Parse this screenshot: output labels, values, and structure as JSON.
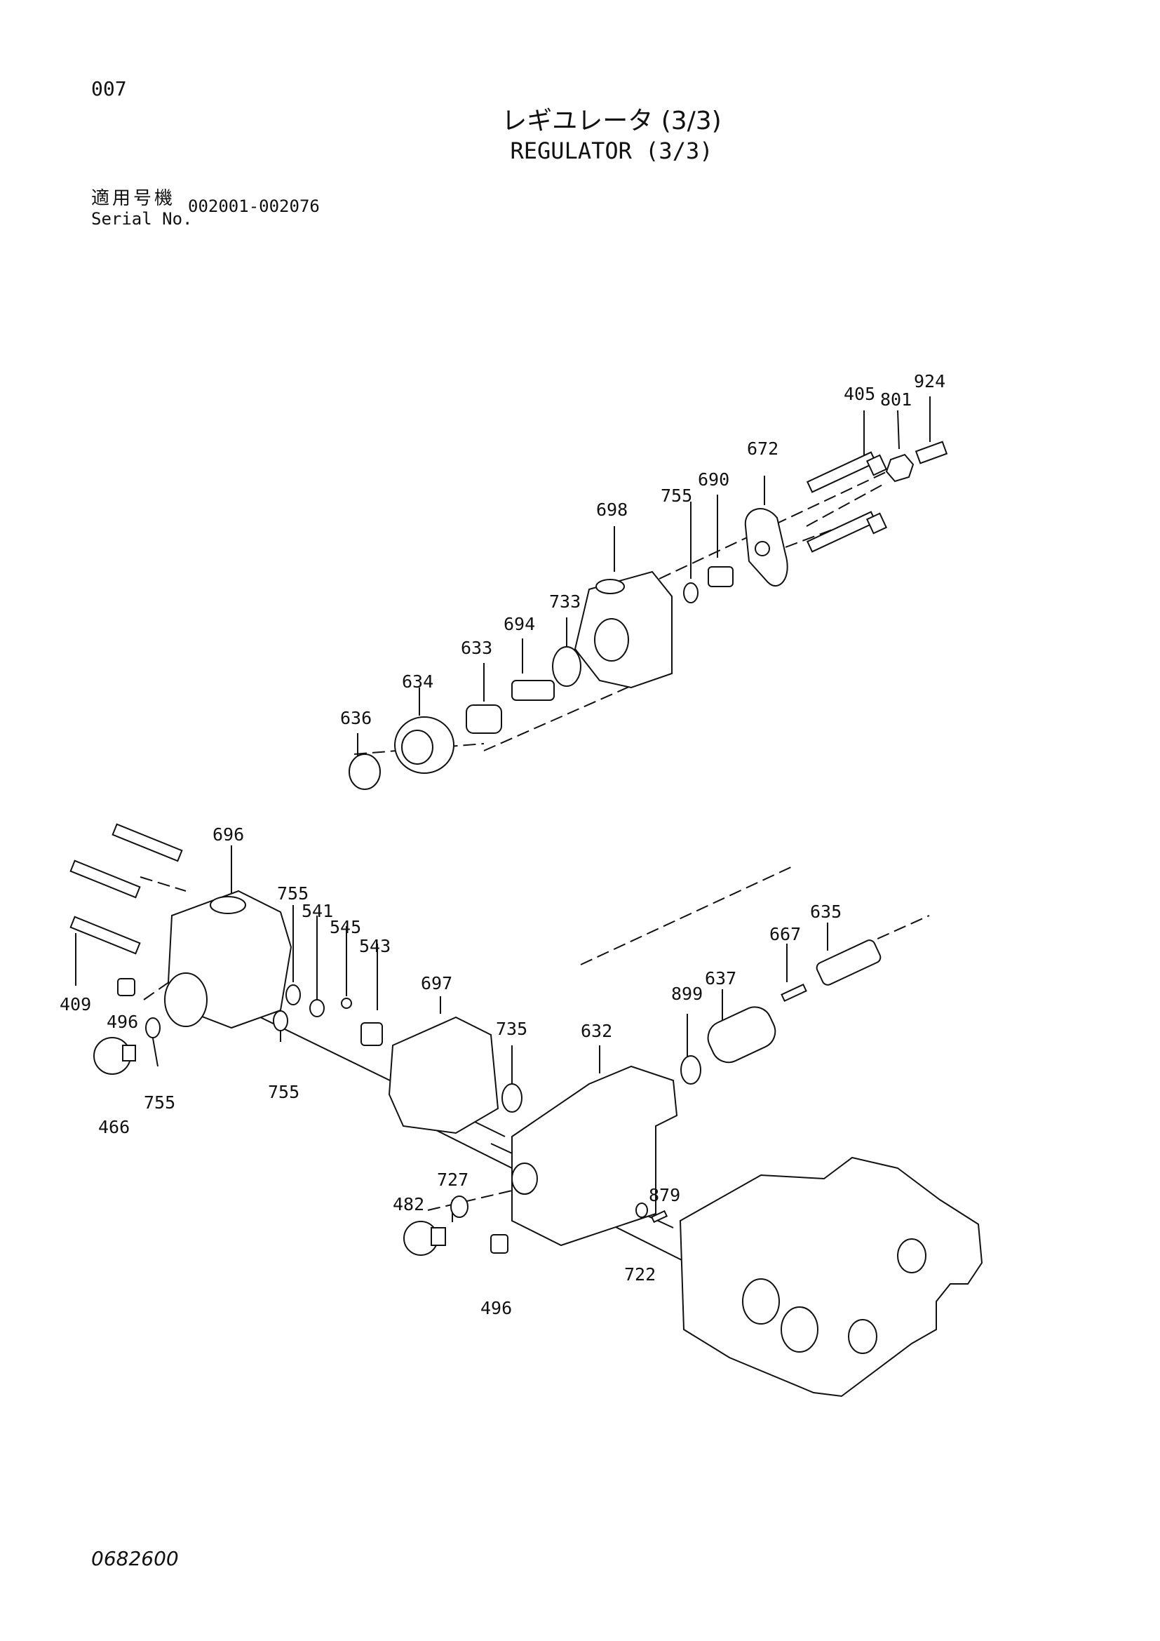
{
  "header": {
    "page_number": "007",
    "title_jp": "レギユレータ (3/3)",
    "title_en": "REGULATOR (3/3)",
    "serial_label_jp": "適用号機",
    "serial_label_en": "Serial No.",
    "serial_value": "002001-002076"
  },
  "footer": {
    "doc_number": "0682600"
  },
  "callouts": {
    "c405": "405",
    "c801": "801",
    "c924": "924",
    "c672": "672",
    "c690": "690",
    "c755a": "755",
    "c698": "698",
    "c733": "733",
    "c694": "694",
    "c633": "633",
    "c634": "634",
    "c636": "636",
    "c696": "696",
    "c755b": "755",
    "c541": "541",
    "c545": "545",
    "c543": "543",
    "c635": "635",
    "c667": "667",
    "c637": "637",
    "c899": "899",
    "c697": "697",
    "c735": "735",
    "c632": "632",
    "c409": "409",
    "c496a": "496",
    "c755c": "755",
    "c755d": "755",
    "c466": "466",
    "c727": "727",
    "c482": "482",
    "c879": "879",
    "c722": "722",
    "c496b": "496"
  }
}
